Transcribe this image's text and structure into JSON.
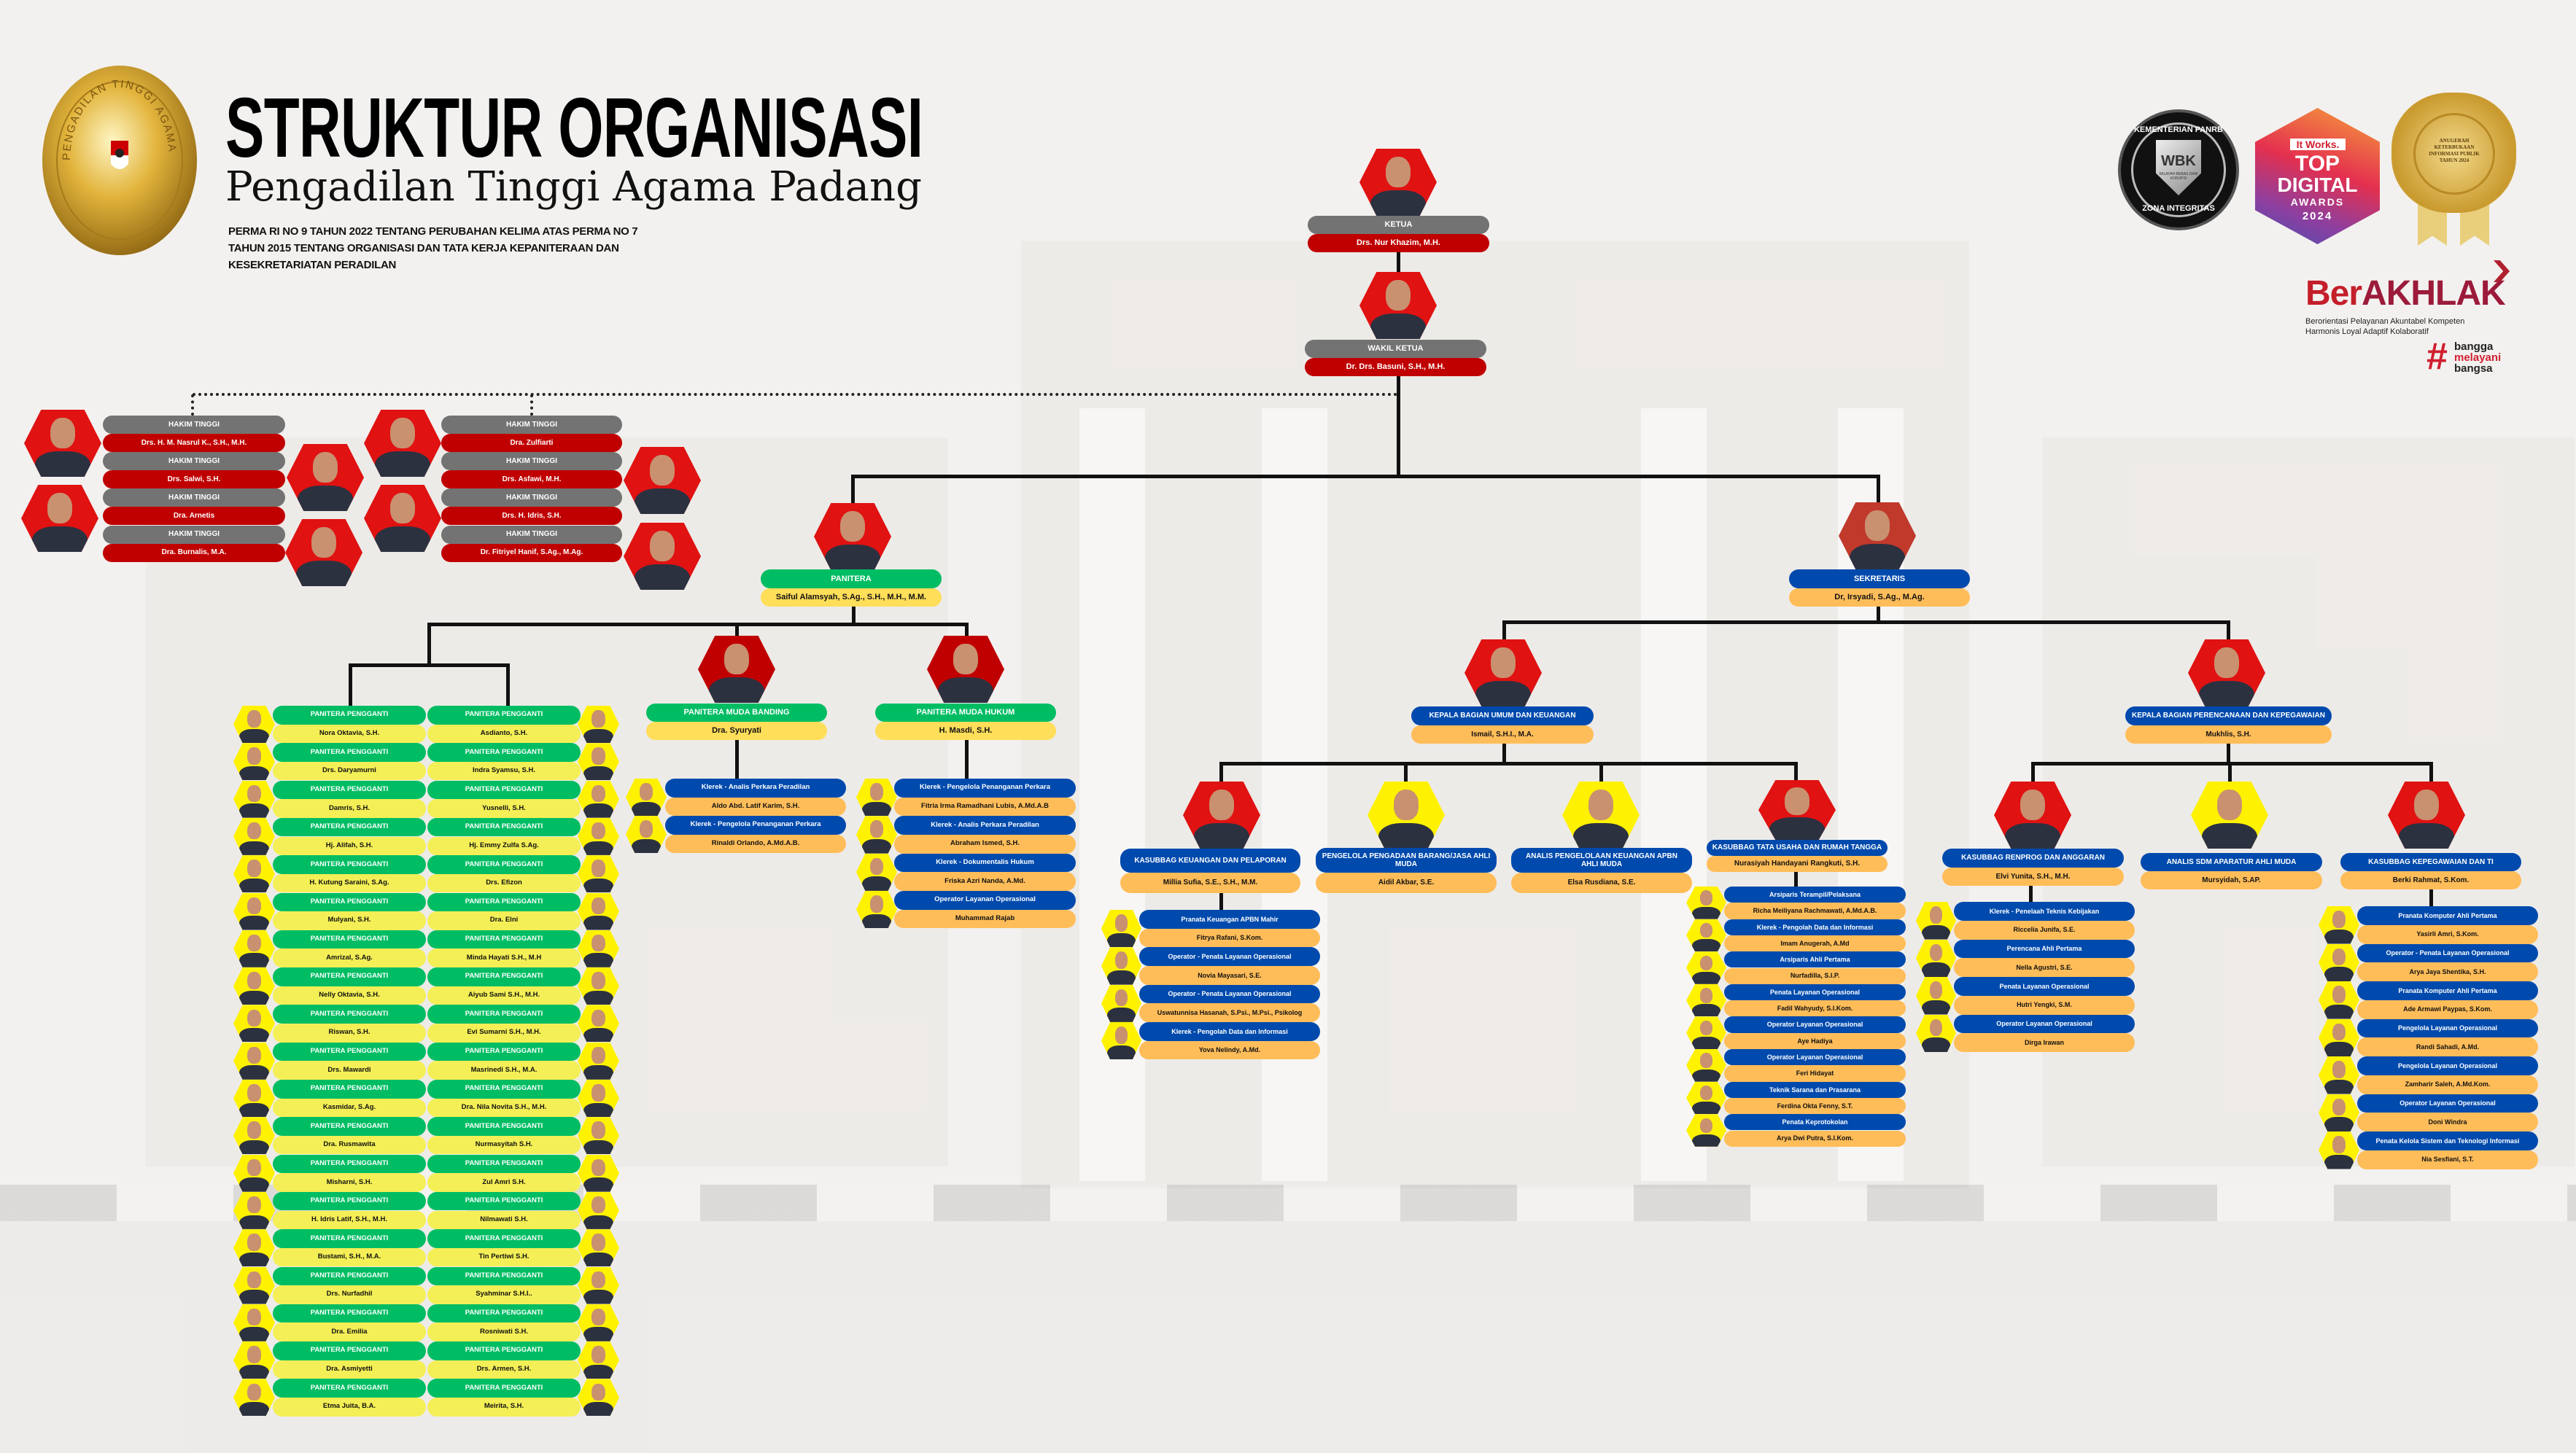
{
  "header": {
    "title": "STRUKTUR ORGANISASI",
    "subtitle": "Pengadilan Tinggi Agama Padang",
    "regulation_lines": [
      "PERMA RI NO 9 TAHUN 2022 TENTANG PERUBAHAN KELIMA ATAS PERMA NO 7",
      "TAHUN 2015 TENTANG ORGANISASI DAN TATA KERJA KEPANITERAAN DAN",
      "KESEKRETARIATAN PERADILAN"
    ],
    "logo_text": "PENGADILAN TINGGI AGAMA PADANG"
  },
  "badges": {
    "wbk": {
      "ring_top": "KEMENTERIAN PANRB",
      "ring_bottom": "ZONA INTEGRITAS",
      "shield": "WBK",
      "shield_sub": "WILAYAH BEBAS DARI KORUPSI"
    },
    "top_digital": {
      "brand": "It Works.",
      "line1": "TOP",
      "line2": "DIGITAL",
      "line3": "AWARDS",
      "year": "2024"
    },
    "medal": {
      "text": "ANUGERAH KETERBUKAAN INFORMASI PUBLIK TAHUN 2024"
    },
    "berakhlak": {
      "title_a": "Ber",
      "title_b": "AKHLAK",
      "line1": "Berorientasi Pelayanan Akuntabel Kompeten",
      "line2": "Harmonis Loyal Adaptif Kolaboratif",
      "hash": "#",
      "tag1": "bangga",
      "tag2": "melayani",
      "tag3": "bangsa"
    }
  },
  "colors": {
    "gray": "#737373",
    "red": "#c00000",
    "green": "#00bd63",
    "gold": "#ffde59",
    "pale_yellow": "#f4ef56",
    "blue": "#004aad",
    "orange": "#ffbd59",
    "hex_red": "#e01212",
    "hex_darkred": "#c00000",
    "hex_yellow": "#fff200",
    "hex_brick": "#c0392b"
  },
  "leadership": {
    "ketua": {
      "role": "KETUA",
      "name": "Drs. Nur Khazim, M.H."
    },
    "wakil_ketua": {
      "role": "WAKIL KETUA",
      "name": "Dr. Drs. Basuni, S.H., M.H."
    }
  },
  "hakim_tinggi": [
    {
      "role": "HAKIM TINGGI",
      "name": "Drs. H. M. Nasrul K., S.H., M.H."
    },
    {
      "role": "HAKIM TINGGI",
      "name": "Drs. Salwi, S.H."
    },
    {
      "role": "HAKIM TINGGI",
      "name": "Dra. Arnetis"
    },
    {
      "role": "HAKIM TINGGI",
      "name": "Dra. Burnalis, M.A."
    },
    {
      "role": "HAKIM TINGGI",
      "name": "Dra. Zulfiarti"
    },
    {
      "role": "HAKIM TINGGI",
      "name": "Drs. Asfawi, M.H."
    },
    {
      "role": "HAKIM TINGGI",
      "name": "Drs. H. Idris, S.H."
    },
    {
      "role": "HAKIM TINGGI",
      "name": "Dr. Fitriyel Hanif, S.Ag., M.Ag."
    }
  ],
  "kepaniteraan": {
    "panitera": {
      "role": "PANITERA",
      "name": "Saiful Alamsyah, S.Ag., S.H., M.H., M.M."
    },
    "panmud_banding": {
      "role": "PANITERA MUDA BANDING",
      "name": "Dra. Syuryati",
      "staff": [
        {
          "role": "Klerek - Analis Perkara Peradilan",
          "name": "Aldo Abd. Latif Karim, S.H."
        },
        {
          "role": "Klerek - Pengelola Penanganan Perkara",
          "name": "Rinaldi Orlando, A.Md.A.B."
        }
      ]
    },
    "panmud_hukum": {
      "role": "PANITERA MUDA HUKUM",
      "name": "H. Masdi, S.H.",
      "staff": [
        {
          "role": "Klerek - Pengelola Penanganan Perkara",
          "name": "Fitria Irma Ramadhani Lubis, A.Md.A.B"
        },
        {
          "role": "Klerek - Analis Perkara Peradilan",
          "name": "Abraham Ismed, S.H."
        },
        {
          "role": "Klerek - Dokumentalis Hukum",
          "name": "Friska Azri Nanda, A.Md."
        },
        {
          "role": "Operator Layanan Operasional",
          "name": "Muhammad Rajab"
        }
      ]
    },
    "panitera_pengganti": {
      "role": "PANITERA PENGGANTI",
      "left": [
        "Nora Oktavia, S.H.",
        "Drs. Daryamurni",
        "Damris, S.H.",
        "Hj. Alifah, S.H.",
        "H. Kutung Saraini, S.Ag.",
        "Mulyani, S.H.",
        "Amrizal, S.Ag.",
        "Nelly Oktavia, S.H.",
        "Riswan, S.H.",
        "Drs. Mawardi",
        "Kasmidar, S.Ag.",
        "Dra. Rusmawita",
        "Misharni, S.H.",
        "H. Idris Latif, S.H., M.H.",
        "Bustami, S.H., M.A.",
        "Drs. Nurfadhil",
        "Dra. Emilia",
        "Dra. Asmiyetti",
        "Etma Juita, B.A."
      ],
      "right": [
        "Asdianto, S.H.",
        "Indra Syamsu, S.H.",
        "Yusnelli, S.H.",
        "Hj. Emmy Zulfa S.Ag.",
        "Drs. Efizon",
        "Dra. Elni",
        "Minda Hayati S.H., M.H",
        "Aiyub Sami S.H., M.H.",
        "Evi Sumarni S.H., M.H.",
        "Masrinedi S.H., M.A.",
        "Dra. Nila Novita S.H., M.H.",
        "Nurmasyitah S.H.",
        "Zul Amri S.H.",
        "Nilmawati S.H.",
        "Tin Pertiwi S.H.",
        "Syahminar S.H.I..",
        "Rosniwati S.H.",
        "Drs. Armen, S.H.",
        "Meirita, S.H."
      ]
    }
  },
  "kesekretariatan": {
    "sekretaris": {
      "role": "SEKRETARIS",
      "name": "Dr, Irsyadi, S.Ag., M.Ag."
    },
    "kabag_umum": {
      "role": "KEPALA BAGIAN UMUM DAN KEUANGAN",
      "name": "Ismail, S.H.I., M.A.",
      "units": [
        {
          "role": "KASUBBAG KEUANGAN DAN PELAPORAN",
          "name": "Millia Sufia, S.E., S.H., M.M.",
          "staff": [
            {
              "role": "Pranata Keuangan APBN Mahir",
              "name": "Fitrya Rafani, S.Kom."
            },
            {
              "role": "Operator - Penata Layanan Operasional",
              "name": "Novia Mayasari, S.E."
            },
            {
              "role": "Operator - Penata Layanan Operasional",
              "name": "Uswatunnisa Hasanah, S.Psi., M.Psi., Psikolog"
            },
            {
              "role": "Klerek - Pengolah Data dan Informasi",
              "name": "Yova Nelindy, A.Md."
            }
          ]
        },
        {
          "role": "PENGELOLA PENGADAAN BARANG/JASA AHLI MUDA",
          "name": "Aidil Akbar, S.E.",
          "staff": []
        },
        {
          "role": "ANALIS PENGELOLAAN KEUANGAN APBN AHLI MUDA",
          "name": "Elsa Rusdiana, S.E.",
          "staff": []
        },
        {
          "role": "KASUBBAG TATA USAHA DAN RUMAH TANGGA",
          "name": "Nurasiyah Handayani Rangkuti, S.H.",
          "staff": [
            {
              "role": "Arsiparis Terampil/Pelaksana",
              "name": "Richa Meiliyana Rachmawati, A.Md.A.B."
            },
            {
              "role": "Klerek - Pengolah Data dan Informasi",
              "name": "Imam Anugerah, A.Md"
            },
            {
              "role": "Arsiparis Ahli Pertama",
              "name": "Nurfadilla, S.I.P."
            },
            {
              "role": "Penata Layanan Operasional",
              "name": "Fadil Wahyudy, S.I.Kom."
            },
            {
              "role": "Operator Layanan Operasional",
              "name": "Aye Hadiya"
            },
            {
              "role": "Operator Layanan Operasional",
              "name": "Feri Hidayat"
            },
            {
              "role": "Teknik Sarana dan Prasarana",
              "name": "Ferdina Okta Fenny, S.T."
            },
            {
              "role": "Penata Keprotokolan",
              "name": "Arya Dwi Putra, S.I.Kom."
            }
          ]
        }
      ]
    },
    "kabag_perencanaan": {
      "role": "KEPALA BAGIAN PERENCANAAN DAN KEPEGAWAIAN",
      "name": "Mukhlis, S.H.",
      "units": [
        {
          "role": "KASUBBAG RENPROG DAN ANGGARAN",
          "name": "Elvi Yunita, S.H., M.H.",
          "staff": [
            {
              "role": "Klerek - Penelaah Teknis Kebijakan",
              "name": "Riccelia Junifa, S.E."
            },
            {
              "role": "Perencana Ahli Pertama",
              "name": "Nella Agustri, S.E."
            },
            {
              "role": "Penata Layanan Operasional",
              "name": "Hutri Yengki, S.M."
            },
            {
              "role": "Operator Layanan Operasional",
              "name": "Dirga Irawan"
            }
          ]
        },
        {
          "role": "ANALIS SDM APARATUR AHLI MUDA",
          "name": "Mursyidah, S.AP.",
          "staff": []
        },
        {
          "role": "KASUBBAG KEPEGAWAIAN DAN TI",
          "name": "Berki Rahmat, S.Kom.",
          "staff": [
            {
              "role": "Pranata Komputer Ahli Pertama",
              "name": "Yasirli Amri, S.Kom."
            },
            {
              "role": "Operator - Penata Layanan Operasional",
              "name": "Arya Jaya Shentika, S.H."
            },
            {
              "role": "Pranata Komputer Ahli Pertama",
              "name": "Ade Armawi Paypas, S.Kom."
            },
            {
              "role": "Pengelola Layanan Operasional",
              "name": "Randi Sahadi, A.Md."
            },
            {
              "role": "Pengelola Layanan Operasional",
              "name": "Zamharir Saleh, A.Md.Kom."
            },
            {
              "role": "Operator Layanan Operasional",
              "name": "Doni Windra"
            },
            {
              "role": "Penata Kelola Sistem dan Teknologi Informasi",
              "name": "Nia Sesfiani, S.T."
            }
          ]
        }
      ]
    }
  }
}
